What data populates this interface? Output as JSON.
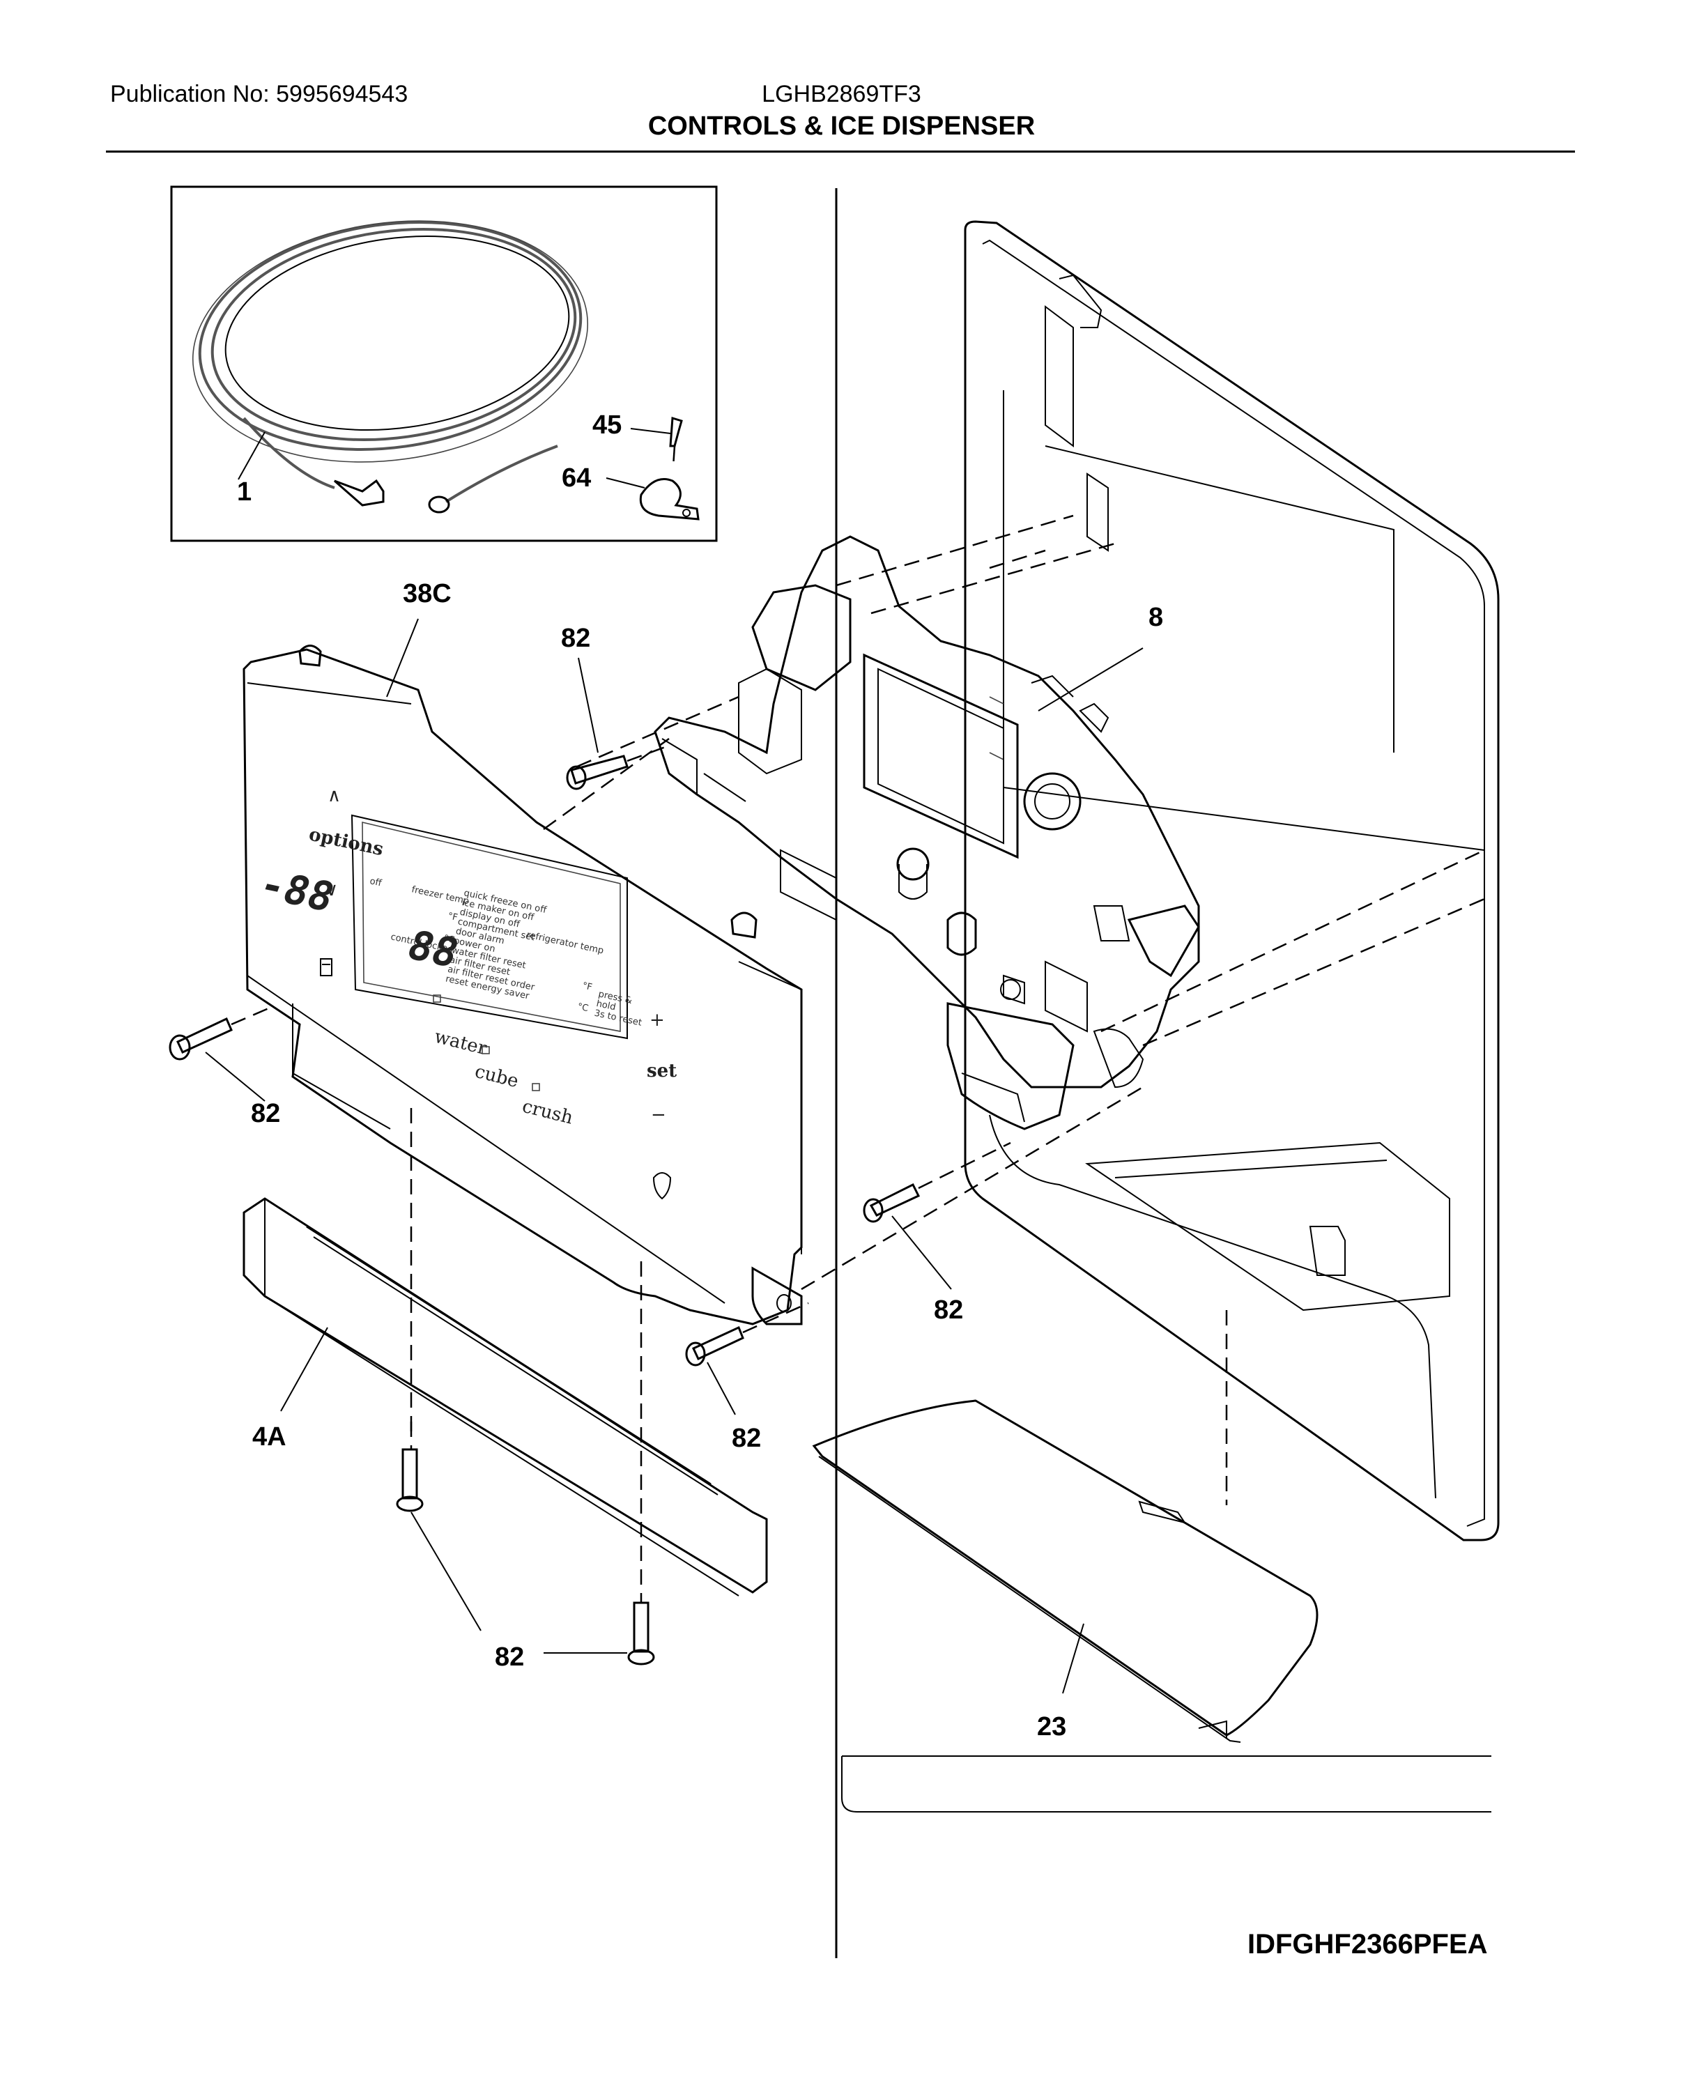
{
  "header": {
    "publication_no": "Publication No: 5995694543",
    "model": "LGHB2869TF3",
    "section_title": "CONTROLS & ICE DISPENSER"
  },
  "footer": {
    "diagram_id": "IDFGHF2366PFEA"
  },
  "callouts": {
    "tube": "1",
    "screw_45": "45",
    "clamp_64": "64",
    "control_panel": "38C",
    "dispenser_housing": "8",
    "screw_82_top": "82",
    "screw_82_left": "82",
    "screw_82_right": "82",
    "screw_82_mid": "82",
    "screw_82_bottom": "82",
    "trim_4a": "4A",
    "drip_tray_23": "23"
  },
  "panel": {
    "options_label": "options",
    "up_arrow": "∧",
    "down_arrow": "∨",
    "water_label": "water",
    "cube_label": "cube",
    "crush_label": "crush",
    "set_label": "set",
    "plus": "+",
    "minus": "−",
    "freezer_temp_label": "freezer temp",
    "refrigerator_temp_label": "refrigerator temp",
    "freezer_digits": "-88",
    "fridge_digits": "88",
    "deg_f": "°F",
    "deg_c": "°C",
    "control_locked": "control locked",
    "off_label": "off",
    "menu_items": [
      "quick freeze on off",
      "ice maker on off",
      "display on off",
      "compartment set",
      "door alarm",
      "power on",
      "water filter reset",
      "air filter reset",
      "air filter reset order",
      "reset energy saver"
    ],
    "right_indicators": [
      "press &",
      "hold",
      "3s to reset"
    ]
  }
}
